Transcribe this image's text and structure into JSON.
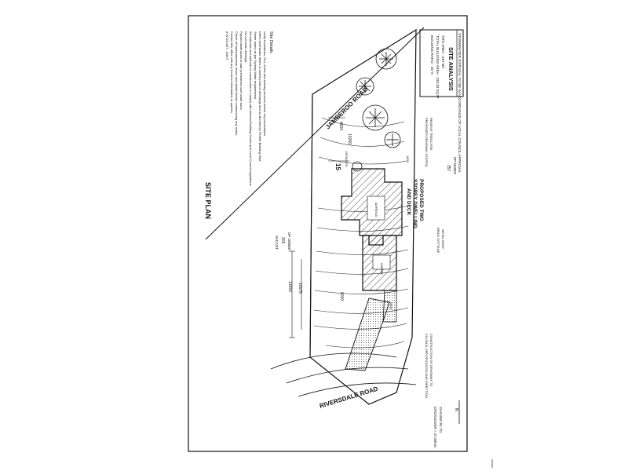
{
  "title_block": {
    "heading": "SITE ANALYSIS",
    "header_note": "STORMWATER DISPOSAL TO BE IN ACCORDANCE OF LOCAL COUNCIL APPROVAL",
    "site_area": "SITE AREA - 667 M2",
    "building_area": "TOTAL BUILDING AREA - 233.93 SQ.M",
    "ratio": "BUILDING RATIO - 35 %"
  },
  "notes": {
    "heading": "Site Details",
    "lines": [
      "Verify boundaries, RLs, levels and existing services before any excavations.",
      "Direct stormwater drains to lowest point of discharge and as directed by Penrith Building Dept.",
      "Sewer drains as per Sydney Water requirements.",
      "All materials and methods of construction to comply with relevant Building Codes and Local Council regulations.",
      "Do not scale drawings.",
      "Figured dimensions to take precedence over scale sizes.",
      "Check all measurements, levels and details before commencing any works.",
      "Contact this office with any incorrect information or queries.",
      "If IN DOUBT - ASK!!"
    ]
  },
  "roads": {
    "top": "JAMBEROO ROAD",
    "bottom": "RIVERSDALE ROAD"
  },
  "labels": {
    "plan_title": "SITE PLAN",
    "proposed_1": "PROPOSED TWO",
    "proposed_2": "STOREY DWELLING",
    "proposed_3": "AND DECK",
    "lot_number": "15",
    "dp_label": "DP.563075",
    "lot_top_dp": "DP 553807",
    "lot_top_no": "257",
    "lot_right_dp": "DP 108850",
    "lot_right_no": "202",
    "lot_right_note": "VACANT",
    "metal_roof": "METAL ROOF",
    "brick_cottage": "BRICK COTTAGE",
    "trees_note_1": "REMOVE TREES FOR",
    "trees_note_2": "PROPOSED DRIVEWAY SYSTEM",
    "driveway_note_1": "CONSTRUCTION OF DRIVEWAY TO",
    "driveway_note_2": "COUNCIL SPECIFICATION AND DIRECTION",
    "crossover_1": "CHANGE RL TO",
    "crossover_2": "CROSSOVER > 27.50mm",
    "garage": "GARAGE",
    "deck": "DECK",
    "alfresco": "ALFRESCO",
    "dim_long": "13050",
    "dim_mid": "10175",
    "dim_side": "6000",
    "dim_front_1": "6600",
    "dim_front_2": "10260",
    "dim_small": "1820",
    "north_mark": "N"
  }
}
